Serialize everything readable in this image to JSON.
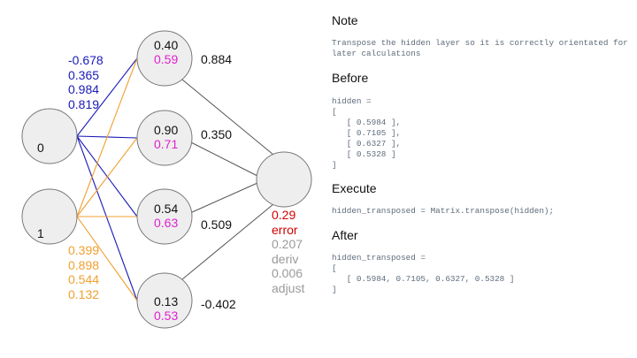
{
  "network": {
    "inputs": [
      {
        "label": "0"
      },
      {
        "label": "1"
      }
    ],
    "hidden": [
      {
        "top": "0.40",
        "bottom": "0.59"
      },
      {
        "top": "0.90",
        "bottom": "0.71"
      },
      {
        "top": "0.54",
        "bottom": "0.63"
      },
      {
        "top": "0.13",
        "bottom": "0.53"
      }
    ],
    "input0_weights": [
      "-0.678",
      "0.365",
      "0.984",
      "0.819"
    ],
    "input1_weights": [
      "0.399",
      "0.898",
      "0.544",
      "0.132"
    ],
    "output_weights": [
      "0.884",
      "0.350",
      "0.509",
      "-0.402"
    ],
    "output_stats": {
      "error_value": "0.29",
      "error_label": "error",
      "deriv_value": "0.207",
      "deriv_label": "deriv",
      "adjust_value": "0.006",
      "adjust_label": "adjust"
    },
    "colors": {
      "input0": "#1a1ab8",
      "input1": "#f0a030",
      "output_links": "#555555",
      "node_fill": "#eeeeee",
      "node_stroke": "#777777"
    }
  },
  "panel": {
    "note_heading": "Note",
    "note_text": "Transpose the hidden layer so it is correctly orientated for\nlater calculations",
    "before_heading": "Before",
    "before_code": "hidden =\n[\n   [ 0.5984 ],\n   [ 0.7105 ],\n   [ 0.6327 ],\n   [ 0.5328 ]\n]",
    "execute_heading": "Execute",
    "execute_code": "hidden_transposed = Matrix.transpose(hidden);",
    "after_heading": "After",
    "after_code": "hidden_transposed =\n[\n   [ 0.5984, 0.7105, 0.6327, 0.5328 ]\n]"
  }
}
